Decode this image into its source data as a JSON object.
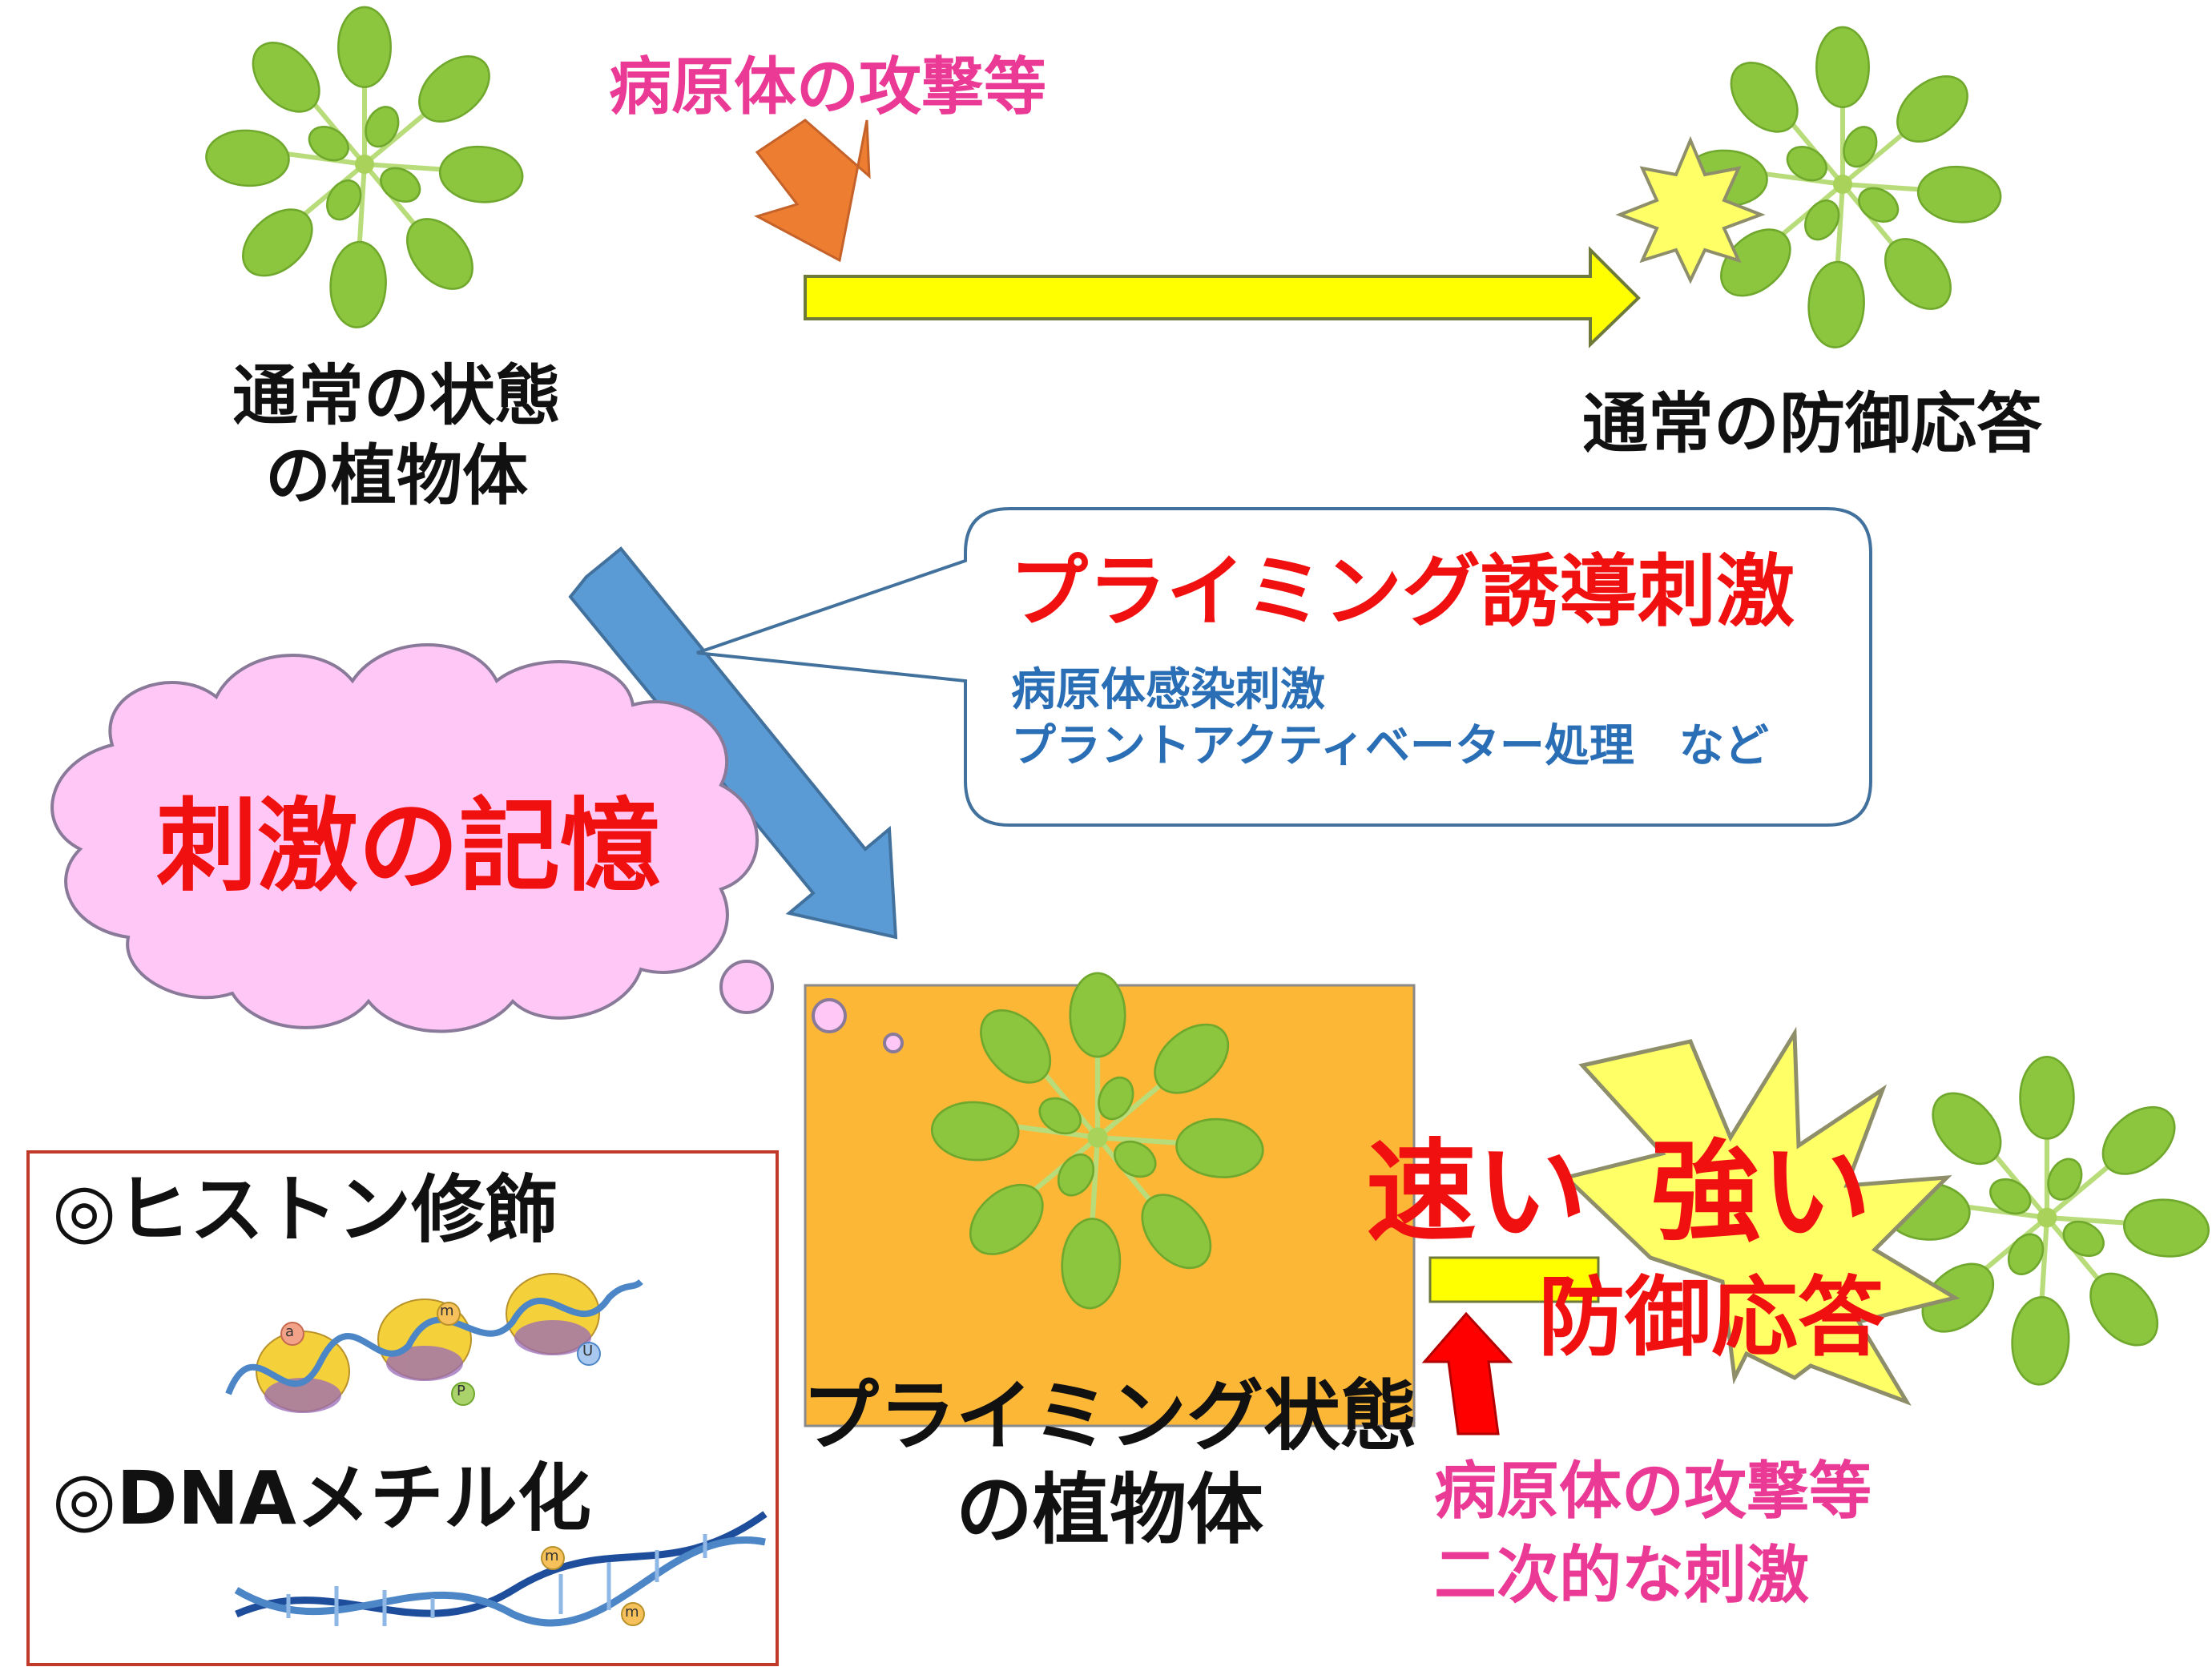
{
  "colors": {
    "pink_text": "#ea3a95",
    "red_text": "#f01010",
    "blue_text": "#2a6fb6",
    "yellow_arrow": "#ffff00",
    "orange_arrow": "#ed7d31",
    "blue_arrow": "#5b9bd5",
    "cloud_fill": "#ffc7f5",
    "priming_box": "#fdb736",
    "leaf_green": "#8cc63f",
    "frame_red": "#c0392b"
  },
  "top": {
    "attack_label": "病原体の攻撃等",
    "normal_plant_line1": "通常の状態",
    "normal_plant_line2": "の植物体",
    "normal_defense": "通常の防御応答"
  },
  "callout": {
    "title": "プライミング誘導刺激",
    "line1": "病原体感染刺激",
    "line2": "プラントアクティベーター処理　など"
  },
  "cloud": {
    "text": "刺激の記憶"
  },
  "priming": {
    "line1": "プライミング状態",
    "line2": "の植物体"
  },
  "response": {
    "fast": "速い",
    "strong": "強い",
    "defense": "防御応答"
  },
  "secondary": {
    "line1": "病原体の攻撃等",
    "line2": "二次的な刺激"
  },
  "mechanisms": {
    "histone": "◎ヒストン修飾",
    "dna": "◎DNAメチル化",
    "histone_marks": [
      "a",
      "m",
      "P",
      "U"
    ],
    "dna_marks": [
      "m",
      "m"
    ]
  },
  "icons": {
    "plant": "rosette-plant-icon",
    "burst": "starburst-icon",
    "nucleosome": "nucleosome-icon",
    "dna": "dna-helix-icon"
  }
}
